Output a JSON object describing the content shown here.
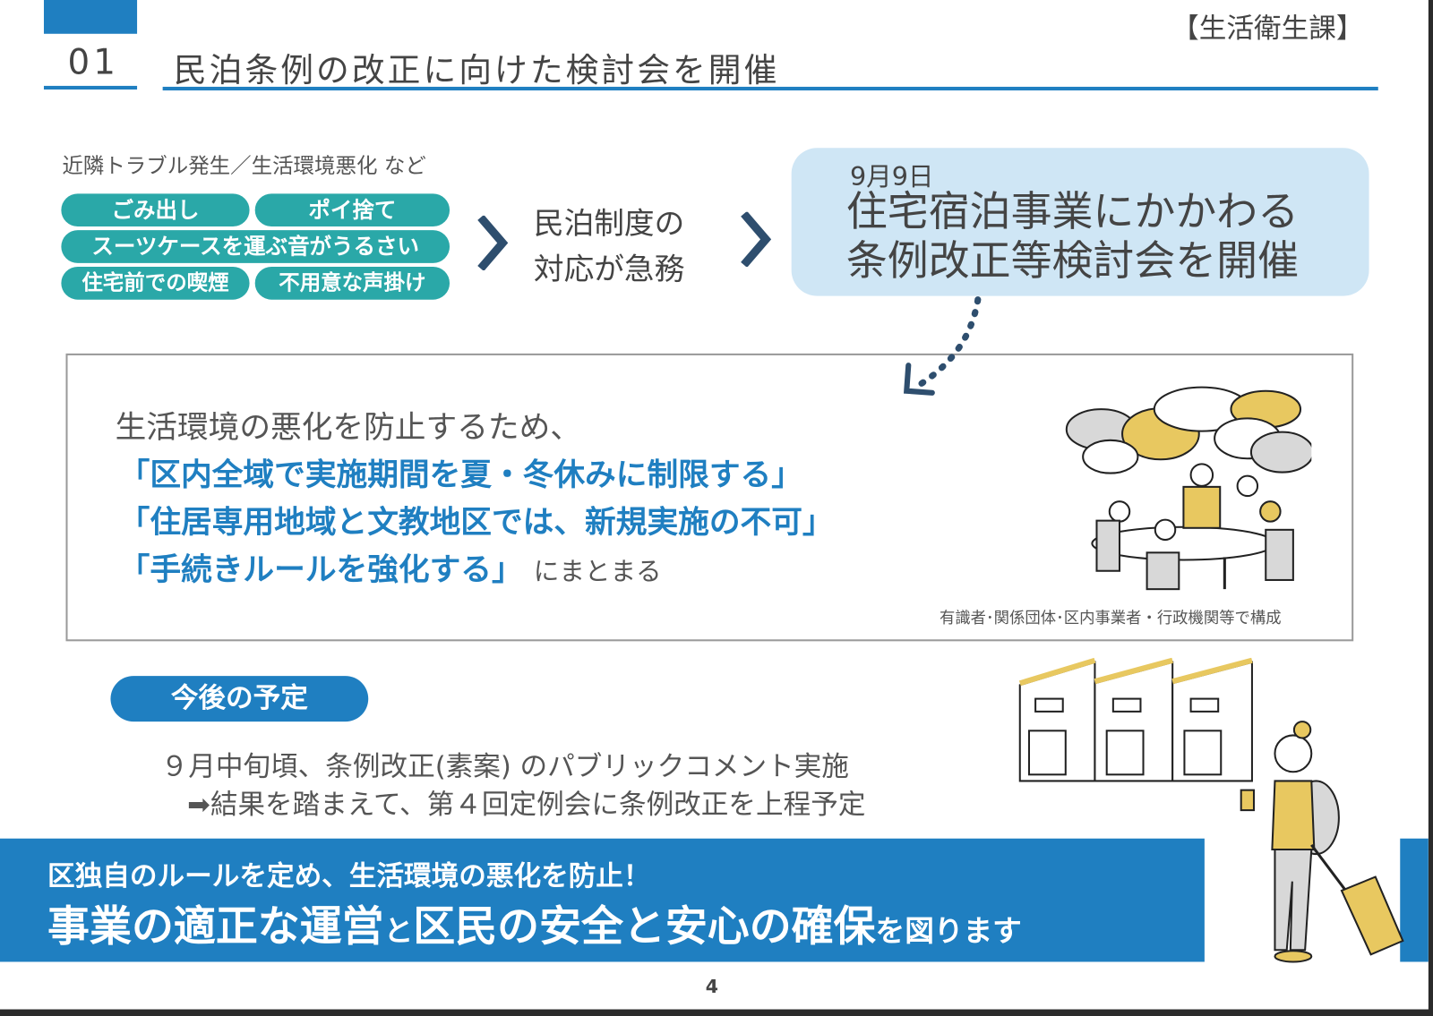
{
  "header": {
    "section_number": "01",
    "title": "民泊条例の改正に向けた検討会を開催",
    "department": "【生活衛生課】"
  },
  "issues": {
    "heading": "近隣トラブル発生／生活環境悪化 など",
    "tags": [
      "ごみ出し",
      "ポイ捨て",
      "スーツケースを運ぶ音がうるさい",
      "住宅前での喫煙",
      "不用意な声掛け"
    ]
  },
  "urgency": {
    "line1": "民泊制度の",
    "line2": "対応が急務"
  },
  "meeting": {
    "date": "9月9日",
    "line1": "住宅宿泊事業にかかわる",
    "line2": "条例改正等検討会を開催"
  },
  "summary": {
    "intro": "生活環境の悪化を防止するため、",
    "points": [
      "「区内全域で実施期間を夏・冬休みに制限する」",
      "「住居専用地域と文教地区では、新規実施の不可」",
      "「手続きルールを強化する」"
    ],
    "suffix": "にまとまる",
    "caption": "有識者･関係団体･区内事業者・行政機関等で構成"
  },
  "schedule": {
    "label": "今後の予定",
    "line1": "９月中旬頃、条例改正(素案) のパブリックコメント実施",
    "line2": "結果を踏まえて、第４回定例会に条例改正を上程予定"
  },
  "banner": {
    "line1": "区独自のルールを定め、生活環境の悪化を防止！",
    "line2_main": "事業の適正な運営",
    "line2_and": "と",
    "line2_main2": "区民の安全と安心の確保",
    "line2_tail": "を図ります"
  },
  "page_number": "4",
  "colors": {
    "accent": "#1f7fc1",
    "teal": "#2aa8a8",
    "light_blue": "#cfe6f5",
    "yellow": "#e8c860"
  }
}
